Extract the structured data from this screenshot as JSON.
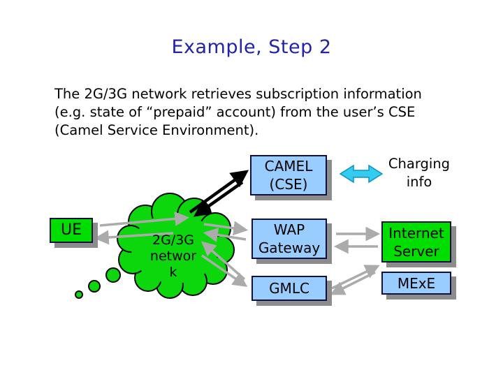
{
  "slide": {
    "title": "Example, Step 2",
    "body": "The 2G/3G network retrieves subscription information\n(e.g. state of “prepaid” account) from the user’s CSE\n(Camel Service Environment)."
  },
  "diagram": {
    "nodes": {
      "ue": {
        "label": "UE"
      },
      "cloud": {
        "label": "2G/3G\nnetwor\nk"
      },
      "camel": {
        "label": "CAMEL\n(CSE)"
      },
      "wap": {
        "label": "WAP\nGateway"
      },
      "internet": {
        "label": "Internet\nServer"
      },
      "gmlc": {
        "label": "GMLC"
      },
      "mexe": {
        "label": "MExE"
      }
    },
    "charging_label": "Charging\ninfo",
    "icons": {
      "charging_double_arrow": "cyan-double-arrow-icon",
      "cloud_camel_link": "black-bidirectional-arrows",
      "node_links": "gray-bidirectional-arrows"
    }
  },
  "colors": {
    "title": "#2222AA",
    "box_blue": "#99CCFF",
    "box_green": "#00DE00",
    "cloud_green": "#0CD60C",
    "border": "#101040",
    "shadow": "#8C8C8C",
    "arrow_gray": "#ABABAB",
    "arrow_black": "#000000",
    "cyan_fill": "#33CCF0",
    "cyan_stroke": "#0D93C4"
  }
}
